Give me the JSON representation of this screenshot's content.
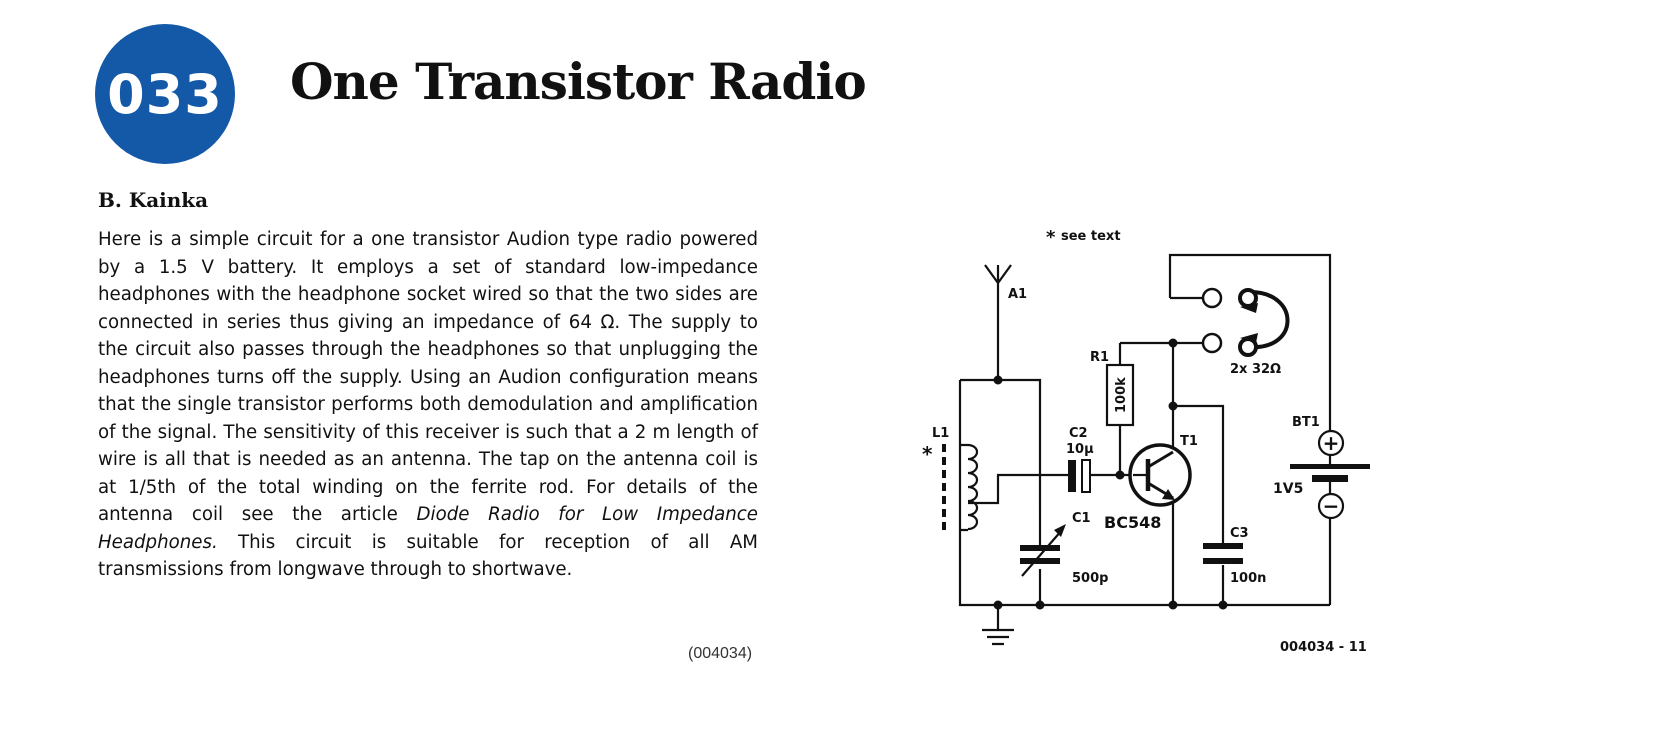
{
  "article": {
    "number": "033",
    "title": "One Transistor Radio",
    "author": "B. Kainka",
    "body_before_italic": "Here is a simple circuit for a one transistor Audion type radio powered by a 1.5 V battery. It employs a set of standard low-impedance headphones with the headphone socket wired so that the two sides are connected in series thus giving an impedance of 64 Ω. The supply to the circuit also passes through the headphones so that unplugging the headphones turns off the supply. Using an Audion configuration means that the single transistor performs both demodulation and amplification of the signal. The sensitivity of this receiver is such that a 2 m length of wire is all that is needed as an antenna. The tap on the antenna coil is at 1/5th of the total winding on the ferrite rod. For details of the antenna coil see the article ",
    "body_italic": "Diode Radio for Low Impedance Headphones.",
    "body_after_italic": " This circuit is suitable for reception of all AM transmissions from longwave through to shortwave.",
    "reference": "(004034)"
  },
  "schematic": {
    "note": "see text",
    "note_star": "*",
    "antenna": "A1",
    "coil": "L1",
    "coil_star": "*",
    "c2_name": "C2",
    "c2_value": "10µ",
    "c1_name": "C1",
    "c1_value": "500p",
    "r1_name": "R1",
    "r1_value": "100k",
    "t1_name": "T1",
    "t1_type": "BC548",
    "c3_name": "C3",
    "c3_value": "100n",
    "headphones": "2x 32Ω",
    "battery_name": "BT1",
    "battery_value": "1V5",
    "plus": "+",
    "minus": "−",
    "figure_code": "004034 - 11"
  }
}
